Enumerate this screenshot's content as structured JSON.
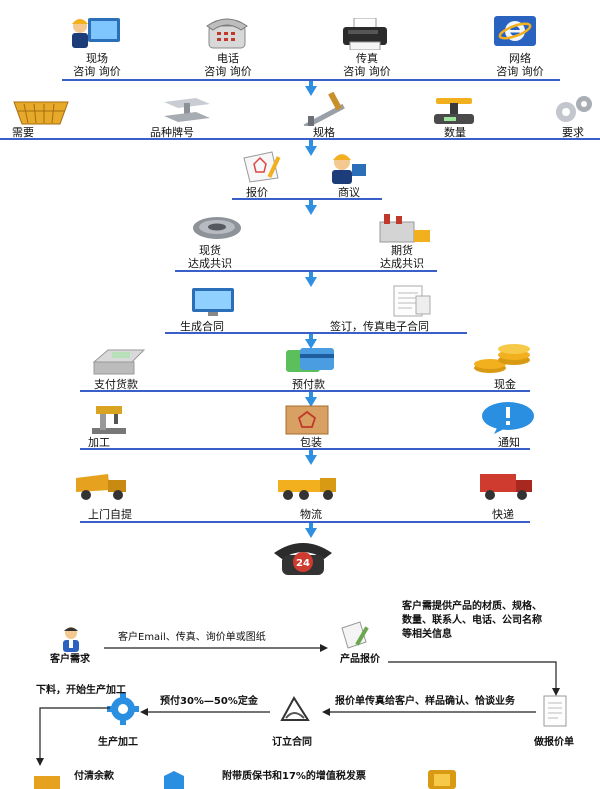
{
  "row1": [
    {
      "l1": "现场",
      "l2": "咨询 询价"
    },
    {
      "l1": "电话",
      "l2": "咨询 询价"
    },
    {
      "l1": "传真",
      "l2": "咨询 询价"
    },
    {
      "l1": "网络",
      "l2": "咨询 询价"
    }
  ],
  "row2": [
    "需要",
    "品种牌号",
    "规格",
    "数量",
    "要求"
  ],
  "row3": [
    "报价",
    "商议"
  ],
  "row4": [
    {
      "l1": "现货",
      "l2": "达成共识"
    },
    {
      "l1": "期货",
      "l2": "达成共识"
    }
  ],
  "row5": [
    "生成合同",
    "签订，传真电子合同"
  ],
  "row6": [
    "支付货款",
    "预付款",
    "现金"
  ],
  "row7": [
    "加工",
    "包装",
    "通知"
  ],
  "row8": [
    "上门自提",
    "物流",
    "快递"
  ],
  "phone_badge": "24",
  "flow": {
    "customer_need": "客户需求",
    "send_msg": "客户Email、传真、询价单或图纸",
    "product_quote": "产品报价",
    "provide_info": [
      "客户需提供产品的材质、规格、",
      "数量、联系人、电话、公司名称",
      "等相关信息"
    ],
    "quote_send": "报价单传真给客户、样品确认、恰谈业务",
    "make_quote": "做报价单",
    "sign_contract": "订立合同",
    "prepay": "预付30%—50%定金",
    "produce": "生产加工",
    "start_produce": "下料，开始生产加工",
    "pay_balance": "付清余款",
    "attach_cert": "附带质保书和17%的增值税发票"
  }
}
